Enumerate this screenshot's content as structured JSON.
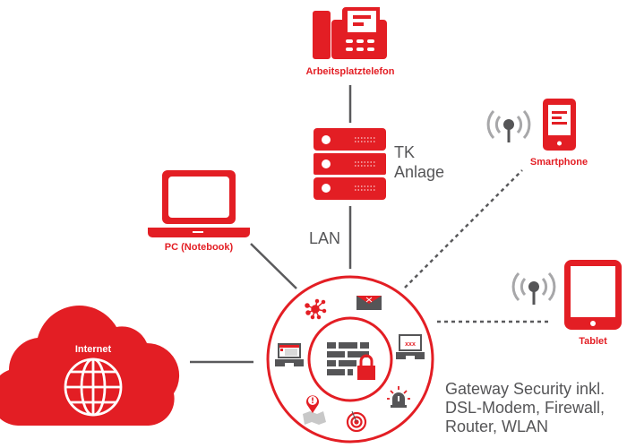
{
  "colors": {
    "accent": "#e31e24",
    "dark_gray": "#555557",
    "line_gray": "#5a5a5c",
    "light_gray": "#a7a7a9"
  },
  "nodes": {
    "desk_phone": {
      "label": "Arbeitsplatztelefon",
      "icon": "desk-phone-icon"
    },
    "pbx": {
      "label_line1": "TK",
      "label_line2": "Anlage",
      "icon": "server-rack-icon"
    },
    "lan": {
      "label": "LAN"
    },
    "smartphone": {
      "label": "Smartphone",
      "icon": "smartphone-icon"
    },
    "notebook": {
      "label": "PC (Notebook)",
      "icon": "laptop-icon"
    },
    "internet": {
      "label": "Internet",
      "icon": "globe-icon"
    },
    "tablet": {
      "label": "Tablet",
      "icon": "tablet-icon"
    },
    "gateway": {
      "label_lines": [
        "Gateway Security inkl.",
        "DSL-Modem, Firewall,",
        "Router, WLAN"
      ],
      "center_icon": "firewall-lock-icon",
      "ring_icons": [
        "network-hub-icon",
        "spam-mail-icon",
        "password-laptop-icon",
        "alarm-light-icon",
        "target-icon",
        "location-alert-icon",
        "phishing-laptop-icon"
      ]
    }
  },
  "connections": [
    {
      "from": "desk_phone",
      "to": "pbx",
      "style": "solid"
    },
    {
      "from": "pbx",
      "to": "gateway",
      "style": "solid",
      "label": "LAN"
    },
    {
      "from": "notebook",
      "to": "gateway",
      "style": "solid"
    },
    {
      "from": "internet",
      "to": "gateway",
      "style": "solid"
    },
    {
      "from": "smartphone",
      "to": "gateway",
      "style": "dashed"
    },
    {
      "from": "tablet",
      "to": "gateway",
      "style": "dashed"
    }
  ]
}
